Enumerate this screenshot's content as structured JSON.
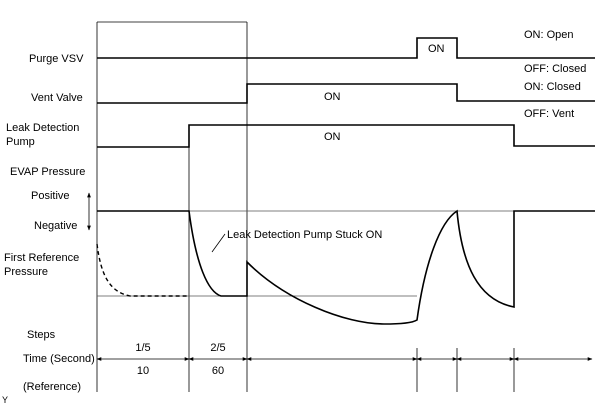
{
  "rows": {
    "purge_vsv": {
      "label": "Purge VSV",
      "state_on": "ON: Open",
      "state_off": "OFF: Closed",
      "pulse_label": "ON"
    },
    "vent_valve": {
      "label": "Vent Valve",
      "state_on": "ON: Closed",
      "state_off": "OFF: Vent",
      "pulse_label": "ON"
    },
    "leak_pump": {
      "label_line1": "Leak Detection",
      "label_line2": "Pump",
      "pulse_label": "ON"
    },
    "evap": {
      "label": "EVAP Pressure",
      "positive": "Positive",
      "negative": "Negative",
      "first_ref_line1": "First Reference",
      "first_ref_line2": "Pressure",
      "annotation": "Leak Detection Pump Stuck ON"
    }
  },
  "bottom": {
    "steps": "Steps",
    "time": "Time (Second)",
    "reference": "(Reference)",
    "step_1": "1/5",
    "step_2": "2/5",
    "time_1": "10",
    "time_2": "60"
  },
  "corner_mark": "Y"
}
